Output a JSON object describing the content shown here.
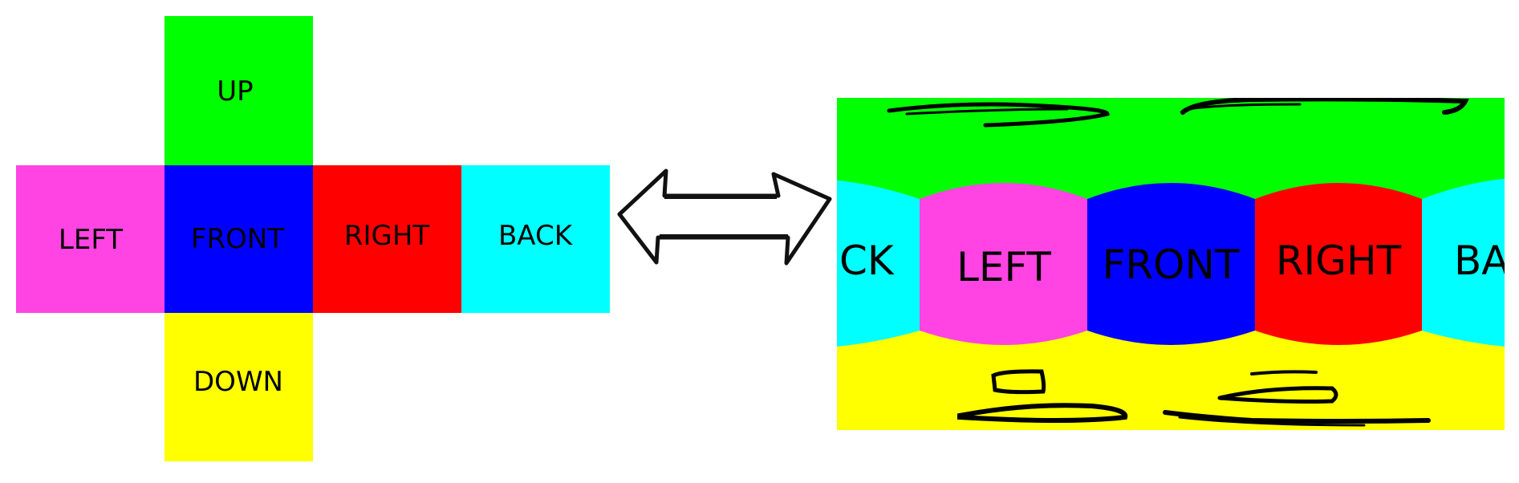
{
  "cubemap": {
    "faces": [
      {
        "id": "up",
        "label": "UP",
        "color": "#00ff00"
      },
      {
        "id": "left",
        "label": "LEFT",
        "color": "#ff44e3"
      },
      {
        "id": "front",
        "label": "FRONT",
        "color": "#0000ff"
      },
      {
        "id": "right",
        "label": "RIGHT",
        "color": "#ff0000"
      },
      {
        "id": "back",
        "label": "BACK",
        "color": "#00ffff"
      },
      {
        "id": "down",
        "label": "DOWN",
        "color": "#ffff00"
      }
    ]
  },
  "equirect": {
    "labels": {
      "back_left": "CK",
      "left": "LEFT",
      "front": "FRONT",
      "right": "RIGHT",
      "back_right": "BA"
    }
  },
  "arrow": {
    "icon": "double-headed-arrow-icon"
  }
}
